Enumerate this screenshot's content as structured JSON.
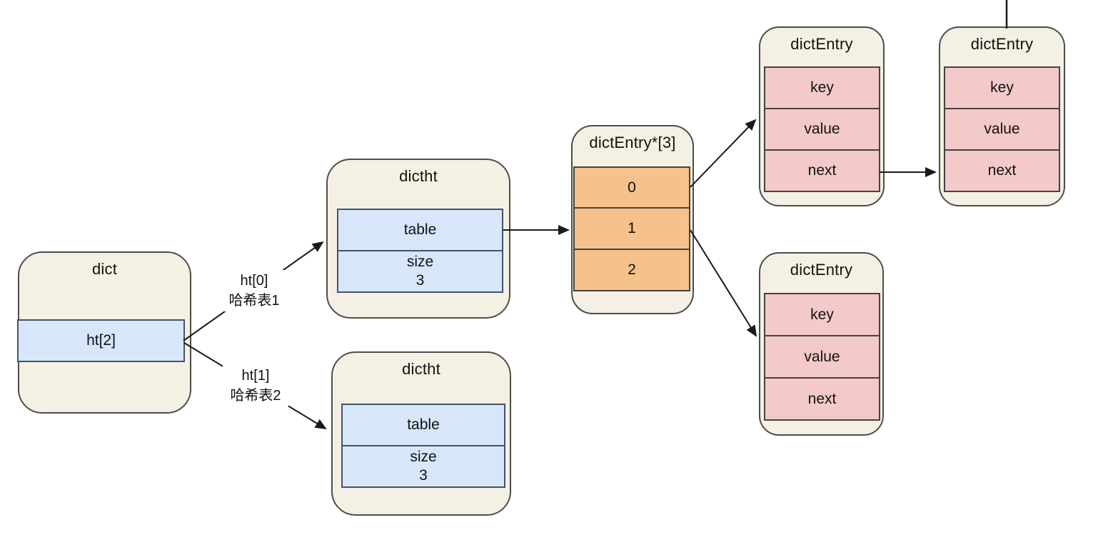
{
  "nodes": {
    "dict": {
      "title": "dict",
      "cell_ht2": "ht[2]"
    },
    "dictht_top": {
      "title": "dictht",
      "cell_table": "table",
      "cell_size_label": "size",
      "cell_size_value": "3"
    },
    "dictht_bottom": {
      "title": "dictht",
      "cell_table": "table",
      "cell_size_label": "size",
      "cell_size_value": "3"
    },
    "bucket_array": {
      "title": "dictEntry*[3]",
      "slots": [
        "0",
        "1",
        "2"
      ]
    },
    "entry_top_left": {
      "title": "dictEntry",
      "fields": [
        "key",
        "value",
        "next"
      ]
    },
    "entry_top_right": {
      "title": "dictEntry",
      "fields": [
        "key",
        "value",
        "next"
      ]
    },
    "entry_bottom": {
      "title": "dictEntry",
      "fields": [
        "key",
        "value",
        "next"
      ]
    }
  },
  "edge_labels": {
    "ht0_name": "ht[0]",
    "ht0_desc": "哈希表1",
    "ht1_name": "ht[1]",
    "ht1_desc": "哈希表2"
  },
  "colors": {
    "box_fill": "#f4f1e4",
    "box_border": "#4d4d4d",
    "blue_fill": "#d7e6f9",
    "blue_border": "#43536b",
    "orange_fill": "#f6c28b",
    "orange_border": "#434343",
    "pink_fill": "#f4c9c9",
    "pink_border": "#434343",
    "arrow": "#1a1a1a"
  }
}
